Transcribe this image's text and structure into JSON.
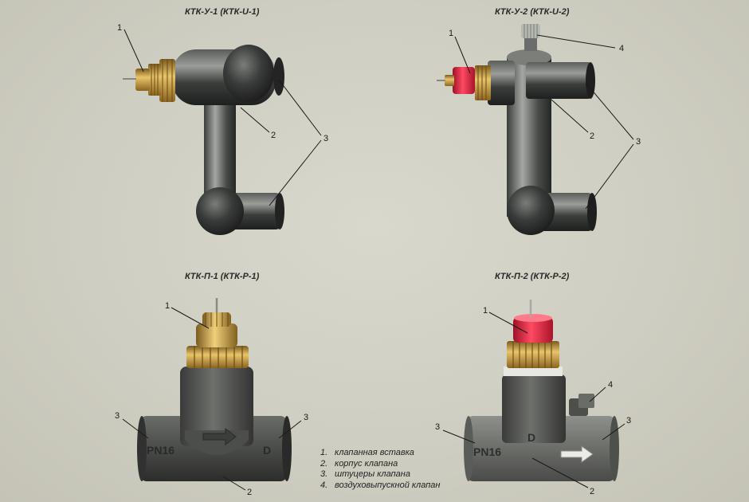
{
  "titles": {
    "u1": "КТК-У-1 (КТК-U-1)",
    "u2": "КТК-У-2 (КТК-U-2)",
    "p1": "КТК-П-1 (КТК-Р-1)",
    "p2": "КТК-П-2 (КТК-Р-2)"
  },
  "callouts": {
    "one": "1",
    "two": "2",
    "three": "3",
    "four": "4"
  },
  "body_marks": {
    "pn": "PN16",
    "d": "D"
  },
  "legend": [
    {
      "num": "1.",
      "text": "клапанная вставка"
    },
    {
      "num": "2.",
      "text": "корпус клапана"
    },
    {
      "num": "3.",
      "text": "штуцеры клапана"
    },
    {
      "num": "4.",
      "text": "воздуховыпускной клапан"
    }
  ],
  "colors": {
    "steel_dark": "#2f3130",
    "steel_light": "#8e918c",
    "brass": "#c99a3a",
    "red_cap": "#d8243c",
    "leader": "#1a1a1a"
  }
}
